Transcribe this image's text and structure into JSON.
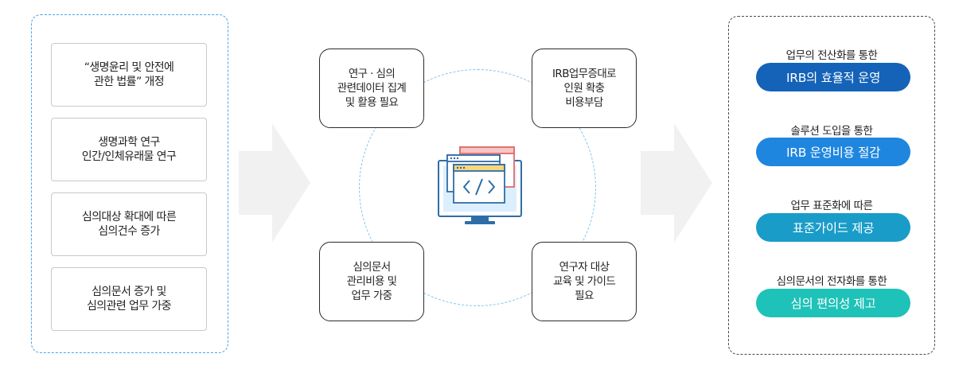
{
  "left_panel": {
    "items": [
      {
        "label": "“생명윤리 및 안전에\n관한 법률” 개정"
      },
      {
        "label": "생명과학 연구\n인간/인체유래물 연구"
      },
      {
        "label": "심의대상 확대에 따른\n심의건수 증가"
      },
      {
        "label": "심의문서 증가 및\n심의관련 업무 가중"
      }
    ]
  },
  "center": {
    "top_left": "연구 · 심의\n관련데이터 집계\n및 활용 필요",
    "top_right": "IRB업무증대로\n인원 확충\n비용부담",
    "bottom_left": "심의문서\n관리비용 및\n업무 가중",
    "bottom_right": "연구자 대상\n교육 및 가이드\n필요",
    "icon": "computer-code-icon"
  },
  "right_panel": {
    "items": [
      {
        "caption": "업무의 전산화를 통한",
        "label": "IRB의 효율적 운영",
        "color": "#1463b8"
      },
      {
        "caption": "솔루션 도입을 통한",
        "label": "IRB 운영비용 절감",
        "color": "#1f86e0"
      },
      {
        "caption": "업무 표준화에 따른",
        "label": "표준가이드 제공",
        "color": "#1a9cc8"
      },
      {
        "caption": "심의문서의 전자화를 통한",
        "label": "심의 편의성 제고",
        "color": "#1fc2b8"
      }
    ]
  },
  "colors": {
    "arrow": "#f1f1f1",
    "left_border": "#4aa3e8",
    "circle": "#7fc4ec"
  }
}
